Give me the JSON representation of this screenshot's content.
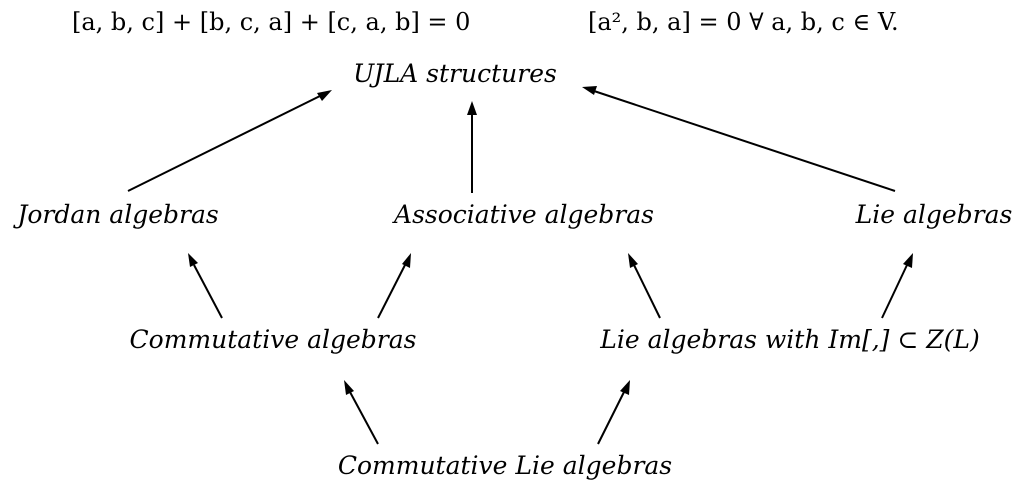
{
  "identity": {
    "jacobi": "[a,  b,  c]  +  [b,  c,  a]  +  [c,  a,  b]  = 0",
    "square": "[a², b, a]  = 0   ∀ a, b, c ∈ V."
  },
  "nodes": {
    "ujla": "UJLA structures",
    "jordan": "Jordan algebras",
    "associative": "Associative algebras",
    "lie": "Lie algebras",
    "commutative": "Commutative algebras",
    "lie_center": "Lie algebras with Im[,] ⊂ Z(L)",
    "commutative_lie": "Commutative Lie algebras"
  },
  "edges": [
    {
      "from": "Jordan algebras",
      "to": "UJLA structures"
    },
    {
      "from": "Associative algebras",
      "to": "UJLA structures"
    },
    {
      "from": "Lie algebras",
      "to": "UJLA structures"
    },
    {
      "from": "Commutative algebras",
      "to": "Jordan algebras"
    },
    {
      "from": "Commutative algebras",
      "to": "Associative algebras"
    },
    {
      "from": "Lie algebras with Im[,] ⊂ Z(L)",
      "to": "Associative algebras"
    },
    {
      "from": "Lie algebras with Im[,] ⊂ Z(L)",
      "to": "Lie algebras"
    },
    {
      "from": "Commutative Lie algebras",
      "to": "Commutative algebras"
    },
    {
      "from": "Commutative Lie algebras",
      "to": "Lie algebras with Im[,] ⊂ Z(L)"
    }
  ]
}
